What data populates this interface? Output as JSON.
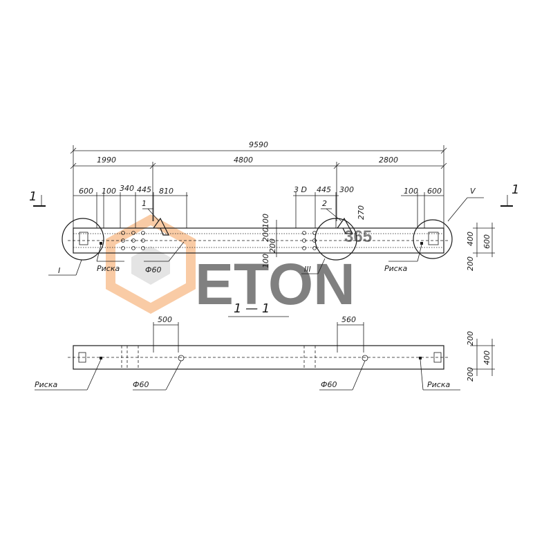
{
  "plan": {
    "dims_top": {
      "total": "9590",
      "left": "1990",
      "middle": "4800",
      "right": "2800"
    },
    "dims_left": [
      "600",
      "100",
      "340",
      "445",
      "810"
    ],
    "dims_right_group": [
      "3 D",
      "445",
      "300"
    ],
    "dims_right_end": [
      "100",
      "600"
    ],
    "dim_270": "270",
    "vertical_dims_mid": [
      "100",
      "200",
      "200",
      "100"
    ],
    "vertical_dims_right": [
      "400",
      "600",
      "200"
    ],
    "callout_1": "1",
    "callout_2": "2",
    "detail_I": "I",
    "detail_III": "III",
    "detail_V": "V",
    "section_mark_left": "1",
    "section_mark_right": "1",
    "label_riska_left": "Риска",
    "label_phi60": "Ф60",
    "label_riska_right": "Риска"
  },
  "section": {
    "title": "1 — 1",
    "dim_500": "500",
    "dim_560": "560",
    "vertical_dims": [
      "200",
      "400",
      "200"
    ],
    "label_riska_left": "Риска",
    "label_phi60_left": "Ф60",
    "label_phi60_right": "Ф60",
    "label_riska_right": "Риска"
  },
  "watermark": {
    "text": "ETON",
    "small": "365",
    "color_orange": "#f5a25d",
    "color_gray": "#cfcfcf"
  }
}
